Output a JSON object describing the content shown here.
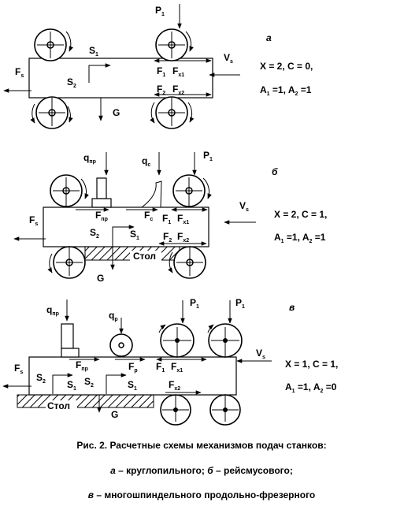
{
  "diagram_a": {
    "letter": "а",
    "P1": "P",
    "P1_sub": "1",
    "S1": "S",
    "S1_sub": "1",
    "S2": "S",
    "S2_sub": "2",
    "Fs": "F",
    "Fs_sub": "s",
    "Vs": "V",
    "Vs_sub": "s",
    "F1": "F",
    "F1_sub": "1",
    "Fx1": "F",
    "Fx1_sub": "x1",
    "F2": "F",
    "F2_sub": "2",
    "Fx2": "F",
    "Fx2_sub": "x2",
    "G": "G",
    "params_line1": "X = 2, C = 0,",
    "A1": "A",
    "A1_sub": "1",
    "A1_val": " =1, ",
    "A2": "A",
    "A2_sub": "2",
    "A2_val": " =1"
  },
  "diagram_b": {
    "letter": "б",
    "qpr": "q",
    "qpr_sub": "пр",
    "qc": "q",
    "qc_sub": "c",
    "P1": "P",
    "P1_sub": "1",
    "Vs": "V",
    "Vs_sub": "s",
    "Fs": "F",
    "Fs_sub": "s",
    "Fpr": "F",
    "Fpr_sub": "пр",
    "Fc": "F",
    "Fc_sub": "c",
    "F1": "F",
    "F1_sub": "1",
    "Fx1": "F",
    "Fx1_sub": "x1",
    "F2": "F",
    "F2_sub": "2",
    "Fx2": "F",
    "Fx2_sub": "x2",
    "S2": "S",
    "S2_sub": "2",
    "S1": "S",
    "S1_sub": "1",
    "table": "Стол",
    "G": "G",
    "params_line1": "X = 2, C = 1,",
    "A1": "A",
    "A1_sub": "1",
    "A1_val": " =1, ",
    "A2": "A",
    "A2_sub": "2",
    "A2_val": " =1"
  },
  "diagram_c": {
    "letter": "в",
    "qpr": "q",
    "qpr_sub": "пр",
    "qp": "q",
    "qp_sub": "р",
    "P1a": "P",
    "P1a_sub": "1",
    "P1b": "P",
    "P1b_sub": "1",
    "Vs": "V",
    "Vs_sub": "s",
    "Fs": "F",
    "Fs_sub": "s",
    "Fpr": "F",
    "Fpr_sub": "пр",
    "Fp": "F",
    "Fp_sub": "р",
    "F1": "F",
    "F1_sub": "1",
    "Fx1": "F",
    "Fx1_sub": "x1",
    "S2a": "S",
    "S2a_sub": "2",
    "S1a": "S",
    "S1a_sub": "1",
    "S2b": "S",
    "S2b_sub": "2",
    "S1b": "S",
    "S1b_sub": "1",
    "Fx2": "F",
    "Fx2_sub": "x2",
    "table": "Стол",
    "G": "G",
    "params_line1": "X = 1, C = 1,",
    "A1": "A",
    "A1_sub": "1",
    "A1_val": " =1, ",
    "A2": "A",
    "A2_sub": "2",
    "A2_val": " =0"
  },
  "caption": {
    "line1": "Рис. 2. Расчетные схемы механизмов подач станков:",
    "a_letter": "а",
    "a_text": " – круглопильного;   ",
    "b_letter": "б",
    "b_text": " – рейсмусового;",
    "c_letter": "в",
    "c_text": " – многошпиндельного продольно-фрезерного"
  }
}
